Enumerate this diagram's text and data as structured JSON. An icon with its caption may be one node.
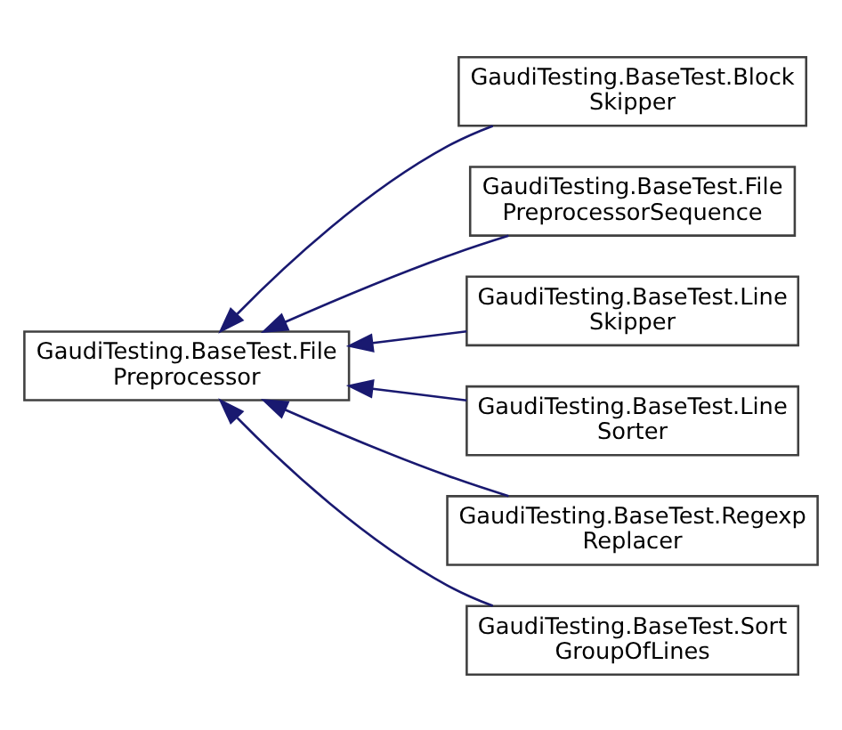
{
  "diagram": {
    "nodes": [
      {
        "text": [
          "GaudiTesting.BaseTest.File Preprocessor"
        ]
      },
      {
        "text": [
          "GaudiTesting.BaseTest.Block Skipper"
        ]
      },
      {
        "text": [
          "GaudiTesting.BaseTest.File PreprocessorSequence"
        ]
      },
      {
        "text": [
          "GaudiTesting.BaseTest.Line Skipper"
        ]
      },
      {
        "text": [
          "GaudiTesting.BaseTest.Line Sorter"
        ]
      },
      {
        "text": [
          "GaudiTesting.BaseTest.Regexp Replacer"
        ]
      },
      {
        "text": [
          "GaudiTesting.BaseTest.Sort GroupOfLines"
        ]
      }
    ],
    "edges": [
      {
        "from": 1,
        "to": 0,
        "arrow": "to"
      },
      {
        "from": 2,
        "to": 0,
        "arrow": "to"
      },
      {
        "from": 3,
        "to": 0,
        "arrow": "to"
      },
      {
        "from": 4,
        "to": 0,
        "arrow": "to"
      },
      {
        "from": 5,
        "to": 0,
        "arrow": "to"
      },
      {
        "from": 6,
        "to": 0,
        "arrow": "to"
      }
    ]
  }
}
